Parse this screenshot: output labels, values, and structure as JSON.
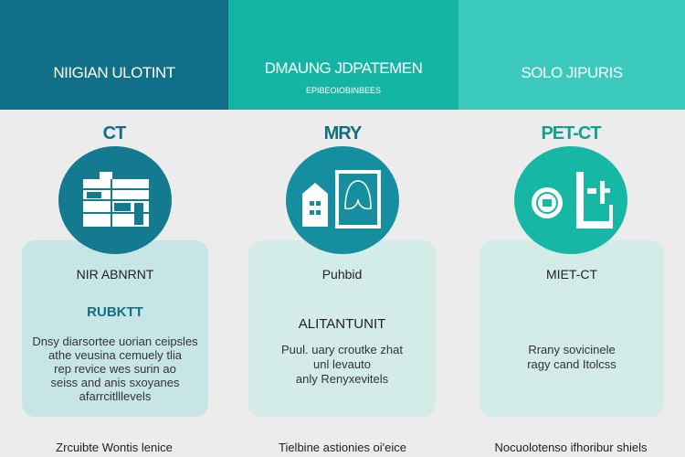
{
  "header": [
    {
      "title": "NIIGIAN ULOTINT",
      "subtitle": "",
      "color": "#126f8a"
    },
    {
      "title": "DMAUNG JDPATEMEN",
      "subtitle": "EPIBEOIOBINBEES",
      "color": "#14b5a5"
    },
    {
      "title": "SOLO JIPURIS",
      "subtitle": "",
      "color": "#3bcabd"
    }
  ],
  "columns": [
    {
      "title": "CT",
      "title_color": "#126f8a",
      "circle_color": "#137a90",
      "icon": "building-icon",
      "subtitle": "NIR ABNRNT",
      "heading": "RUBKTT",
      "heading_color": "#146d80",
      "body": [
        "Dnsy diarsortee uorian ceipsles",
        "athe veusina cemuely tlia",
        "rep revice wes surin ao",
        "seiss and anis sxoyanes",
        "afarrcitlllevels"
      ],
      "footer": "Zrcuibte Wontis lenice"
    },
    {
      "title": "MRY",
      "title_color": "#146d80",
      "circle_color": "#158fa0",
      "icon": "lung-scan-icon",
      "subtitle": "Puhbid",
      "heading": "ALITANTUNIT",
      "heading_color": "#222222",
      "body": [
        "Puul. uary croutke zhat",
        "unl levauto",
        "anly Renyxevitels"
      ],
      "footer": "Tielbine astionies oi'eice"
    },
    {
      "title": "PET-CT",
      "title_color": "#14a08f",
      "circle_color": "#17b7a5",
      "icon": "pet-scanner-icon",
      "subtitle": "MIET-CT",
      "heading": "",
      "heading_color": "#222222",
      "body": [
        "Rrany sovicinele",
        "ragy cand Itolcss"
      ],
      "footer": "Nocuolotenso ifhoribur shiels"
    }
  ],
  "colors": {
    "background": "#ececec",
    "card_left": "#c8e5e6",
    "card_other": "#d3ece8"
  }
}
